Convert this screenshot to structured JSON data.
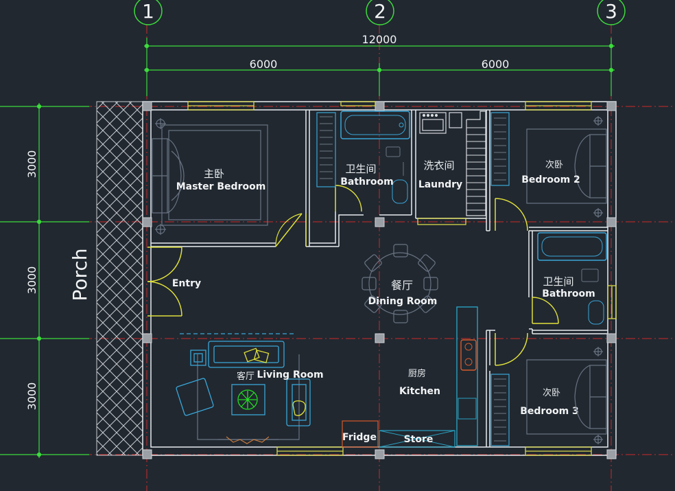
{
  "grid_markers": [
    "1",
    "2",
    "3"
  ],
  "dimensions": {
    "overall": "12000",
    "left_bay": "6000",
    "right_bay": "6000",
    "vertical": [
      "3000",
      "3000",
      "3000"
    ]
  },
  "porch_label": "Porch",
  "rooms": {
    "master_bedroom": {
      "cn": "主卧",
      "en": "Master Bedroom"
    },
    "bathroom_1": {
      "cn": "卫生间",
      "en": "Bathroom"
    },
    "laundry": {
      "cn": "洗衣间",
      "en": "Laundry"
    },
    "bedroom_2": {
      "cn": "次卧",
      "en": "Bedroom 2"
    },
    "entry": {
      "en": "Entry"
    },
    "dining": {
      "cn": "餐厅",
      "en": "Dining Room"
    },
    "bathroom_2": {
      "cn": "卫生间",
      "en": "Bathroom"
    },
    "living": {
      "cn": "客厅",
      "en": "Living Room"
    },
    "kitchen": {
      "cn": "厨房",
      "en": "Kitchen"
    },
    "bedroom_3": {
      "cn": "次卧",
      "en": "Bedroom  3"
    },
    "fridge": {
      "en": "Fridge"
    },
    "store": {
      "en": "Store"
    }
  },
  "colors": {
    "background": "#212830",
    "grid_axis": "#cc2a2a",
    "dimension": "#3ddc3d",
    "wall": "#e8ecef",
    "window": "#d8d84a",
    "furniture": "#6a7484",
    "fixture": "#3aa6d8",
    "door": "#e0e03a",
    "kitchen_counter": "#29a0c0",
    "stove": "#d65a2a",
    "plant": "#22e022"
  }
}
